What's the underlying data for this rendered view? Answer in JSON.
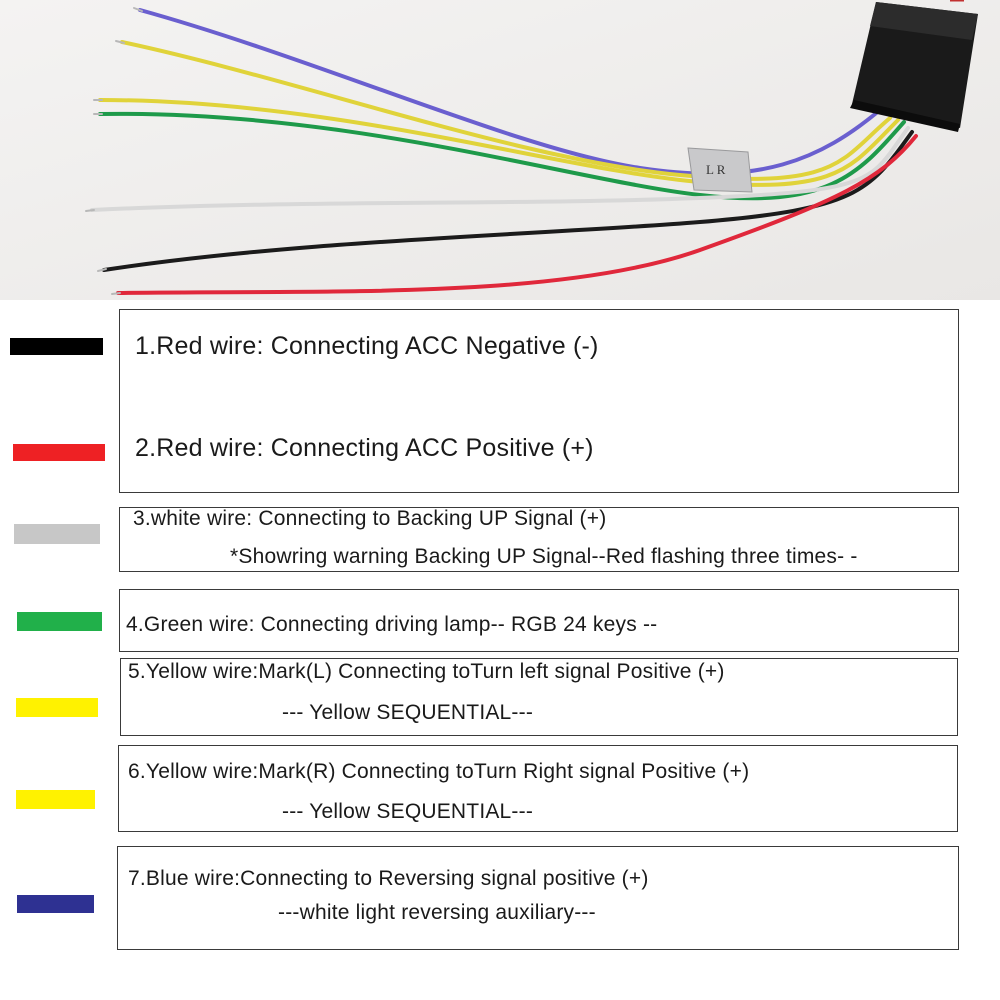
{
  "photo": {
    "tag_label": "L R",
    "wire_colors": {
      "blue": "#6a5fcf",
      "yellow": "#e0d33a",
      "green": "#1e9a4a",
      "white": "#d8d8d8",
      "black": "#1b1b1b",
      "red": "#e0283b",
      "module": "#1a1a1a",
      "background": "#f0eeec"
    }
  },
  "legend": {
    "swatches": [
      {
        "name": "black",
        "color": "#000000"
      },
      {
        "name": "red",
        "color": "#ee2124"
      },
      {
        "name": "white",
        "color": "#c7c7c7"
      },
      {
        "name": "green",
        "color": "#21b04a"
      },
      {
        "name": "yellow",
        "color": "#fff200"
      },
      {
        "name": "yellow",
        "color": "#fff200"
      },
      {
        "name": "blue",
        "color": "#2e3192"
      }
    ]
  },
  "entries": {
    "wire1": "1.Red wire: Connecting ACC Negative (-)",
    "wire2": "2.Red wire: Connecting ACC Positive (+)",
    "wire3_line1": "3.white wire: Connecting to Backing UP Signal  (+)",
    "wire3_line2": "*Showring warning Backing UP Signal--Red flashing three times- -",
    "wire4": "4.Green wire:   Connecting driving lamp--  RGB 24 keys --",
    "wire5_line1": "5.Yellow wire:Mark(L) Connecting toTurn left signal  Positive  (+)",
    "wire5_line2": "---  Yellow SEQUENTIAL---",
    "wire6_line1": "6.Yellow wire:Mark(R) Connecting toTurn Right signal  Positive  (+)",
    "wire6_line2": "---  Yellow SEQUENTIAL---",
    "wire7_line1": "7.Blue wire:Connecting to Reversing signal positive (+)",
    "wire7_line2": "---white light reversing auxiliary---"
  }
}
